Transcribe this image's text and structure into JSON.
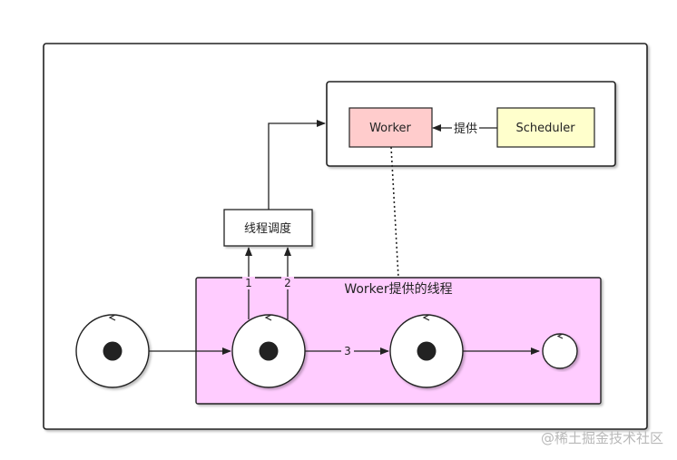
{
  "diagram": {
    "worker_label": "Worker",
    "scheduler_label": "Scheduler",
    "provide_label": "提供",
    "thread_schedule_label": "线程调度",
    "worker_threads_label": "Worker提供的线程",
    "edge_label_1": "1",
    "edge_label_2": "2",
    "edge_label_3": "3"
  },
  "watermark": "@稀土掘金技术社区",
  "colors": {
    "worker_fill": "#ffcccc",
    "scheduler_fill": "#ffffcc",
    "thread_region_fill": "#ffccff",
    "stroke": "#222222"
  }
}
